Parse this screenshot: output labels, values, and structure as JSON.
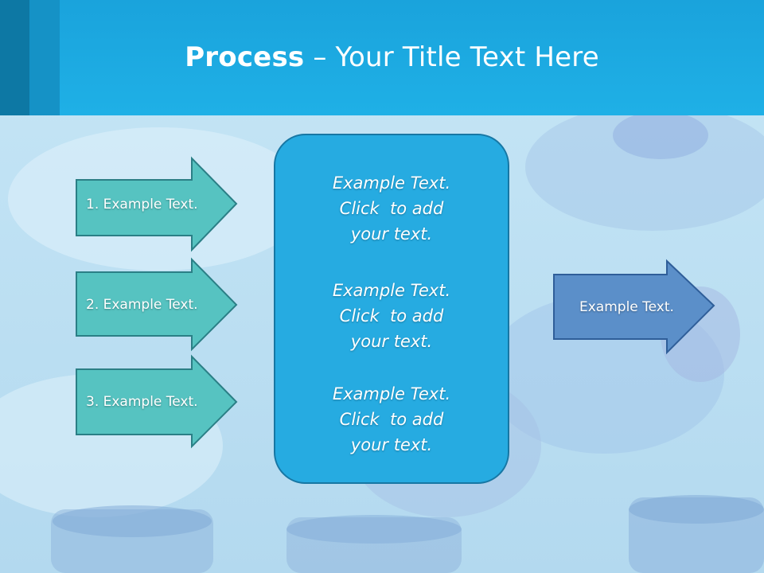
{
  "slide": {
    "title_bold": "Process",
    "title_rest": " – Your Title Text Here"
  },
  "left_arrows": [
    {
      "label": "1. Example Text."
    },
    {
      "label": "2. Example Text."
    },
    {
      "label": "3. Example Text."
    }
  ],
  "center_box": {
    "blocks": [
      {
        "line1": "Example Text.",
        "line2": "Click  to add",
        "line3": "your text."
      },
      {
        "line1": "Example Text.",
        "line2": "Click  to add",
        "line3": "your text."
      },
      {
        "line1": "Example Text.",
        "line2": "Click  to add",
        "line3": "your text."
      }
    ]
  },
  "right_arrow": {
    "label": "Example Text."
  },
  "colors": {
    "header": "#1fb0e6",
    "left_arrow_fill": "#56c3c1",
    "left_arrow_stroke": "#2b7f86",
    "center_box_fill": "#26abe1",
    "right_arrow_fill": "#5b8fc9",
    "right_arrow_stroke": "#2f5e99"
  }
}
